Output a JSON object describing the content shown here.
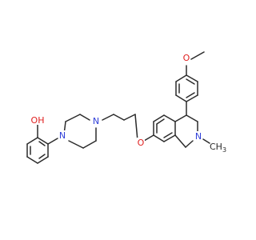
{
  "molecule": {
    "atom_colors": {
      "N": "#2f3fd8",
      "O": "#e02020",
      "C": "#2b2b2b"
    },
    "labels": {
      "hydroxyl": "OH",
      "piperazine_n1": "N",
      "piperazine_n4": "N",
      "ether_oxygen": "O",
      "ring_nitrogen": "N",
      "n_methyl": "CH",
      "n_methyl_sub": "3",
      "methoxy_oxygen": "O",
      "methoxy_methyl": ""
    }
  }
}
